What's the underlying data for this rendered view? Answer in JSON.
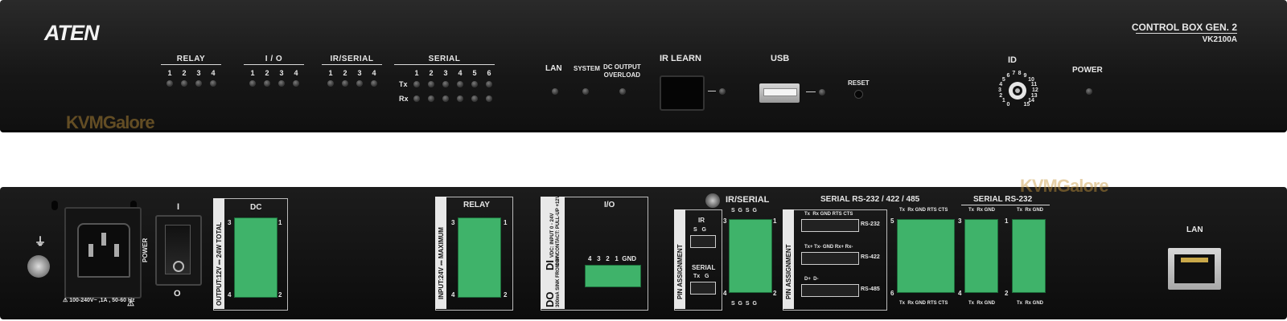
{
  "front": {
    "logo": "ATEN",
    "product_title": "CONTROL BOX GEN. 2",
    "model": "VK2100A",
    "watermark": "KVMGalore",
    "groups": {
      "relay": {
        "title": "RELAY",
        "numbers": [
          "1",
          "2",
          "3",
          "4"
        ]
      },
      "io": {
        "title": "I / O",
        "numbers": [
          "1",
          "2",
          "3",
          "4"
        ]
      },
      "ir_serial": {
        "title": "IR/SERIAL",
        "numbers": [
          "1",
          "2",
          "3",
          "4"
        ]
      },
      "serial": {
        "title": "SERIAL",
        "numbers": [
          "1",
          "2",
          "3",
          "4",
          "5",
          "6"
        ],
        "tx": "Tx",
        "rx": "Rx"
      }
    },
    "lan": "LAN",
    "system": "SYSTEM",
    "dc_output_overload": [
      "DC OUTPUT",
      "OVERLOAD"
    ],
    "ir_learn": "IR  LEARN",
    "usb": "USB",
    "reset": "RESET",
    "id": "ID",
    "power": "POWER",
    "id_dial": [
      "0",
      "1",
      "2",
      "3",
      "4",
      "5",
      "6",
      "7",
      "8",
      "9",
      "10",
      "11",
      "12",
      "13",
      "14",
      "15"
    ]
  },
  "rear": {
    "watermark": "KVMGalore",
    "power_rating": "100-240V~ ,1A , 50-60 Hz",
    "power_label": "POWER",
    "switch_on": "I",
    "switch_off": "O",
    "dc": {
      "title": "DC",
      "side": "OUTPUT:12V ⎓ 24W TOTAL",
      "left_top": "3",
      "right_top": "1",
      "left_bottom": "4",
      "right_bottom": "2"
    },
    "relay": {
      "title": "RELAY",
      "side": "INPUT:24V ⎓ MAXIMUM",
      "left_top": "3",
      "right_top": "1",
      "left_bottom": "4",
      "right_bottom": "2"
    },
    "io": {
      "title": "I/O",
      "side_di": "DI",
      "side_do": "DO",
      "di_text": "VDC: INPUT 0 - 24V",
      "di_text2": "DRY CONTACT: PULL-UP +12V",
      "do_text": "300mA SINK FROM 24V",
      "pins": "4   3   2   1  GND"
    },
    "ir_serial": {
      "title": "IR/SERIAL",
      "pin_assignment": "PIN ASSIGNMENT",
      "ir": "IR",
      "ir_pins": "S   G",
      "serial": "SERIAL",
      "serial_pins": "Tx   G",
      "top_pins": "S  G  S  G",
      "bottom_pins": "S  G  S  G",
      "left_top": "3",
      "right_top": "1",
      "left_bottom": "4",
      "right_bottom": "2"
    },
    "serial_485": {
      "title": "SERIAL RS-232 / 422 / 485",
      "pin_assignment": "PIN ASSIGNMENT",
      "rs232": "RS-232",
      "rs232_pins": "Tx  Rx GND RTS CTS",
      "rs422": "RS-422",
      "rs422_pins": "Tx+ Tx- GND Rx+ Rx-",
      "rs485": "RS-485",
      "rs485_pins": "D+  D-",
      "top_pins": "Tx  Rx GND RTS CTS",
      "bottom_pins": "Tx  Rx GND RTS CTS",
      "left_top": "5",
      "left_bottom": "6"
    },
    "serial_232": {
      "title": "SERIAL RS-232",
      "pins_a": "Tx  Rx GND",
      "pins_b": "Tx  Rx GND",
      "n3": "3",
      "n4": "4",
      "n1": "1",
      "n2": "2"
    },
    "lan": "LAN"
  }
}
